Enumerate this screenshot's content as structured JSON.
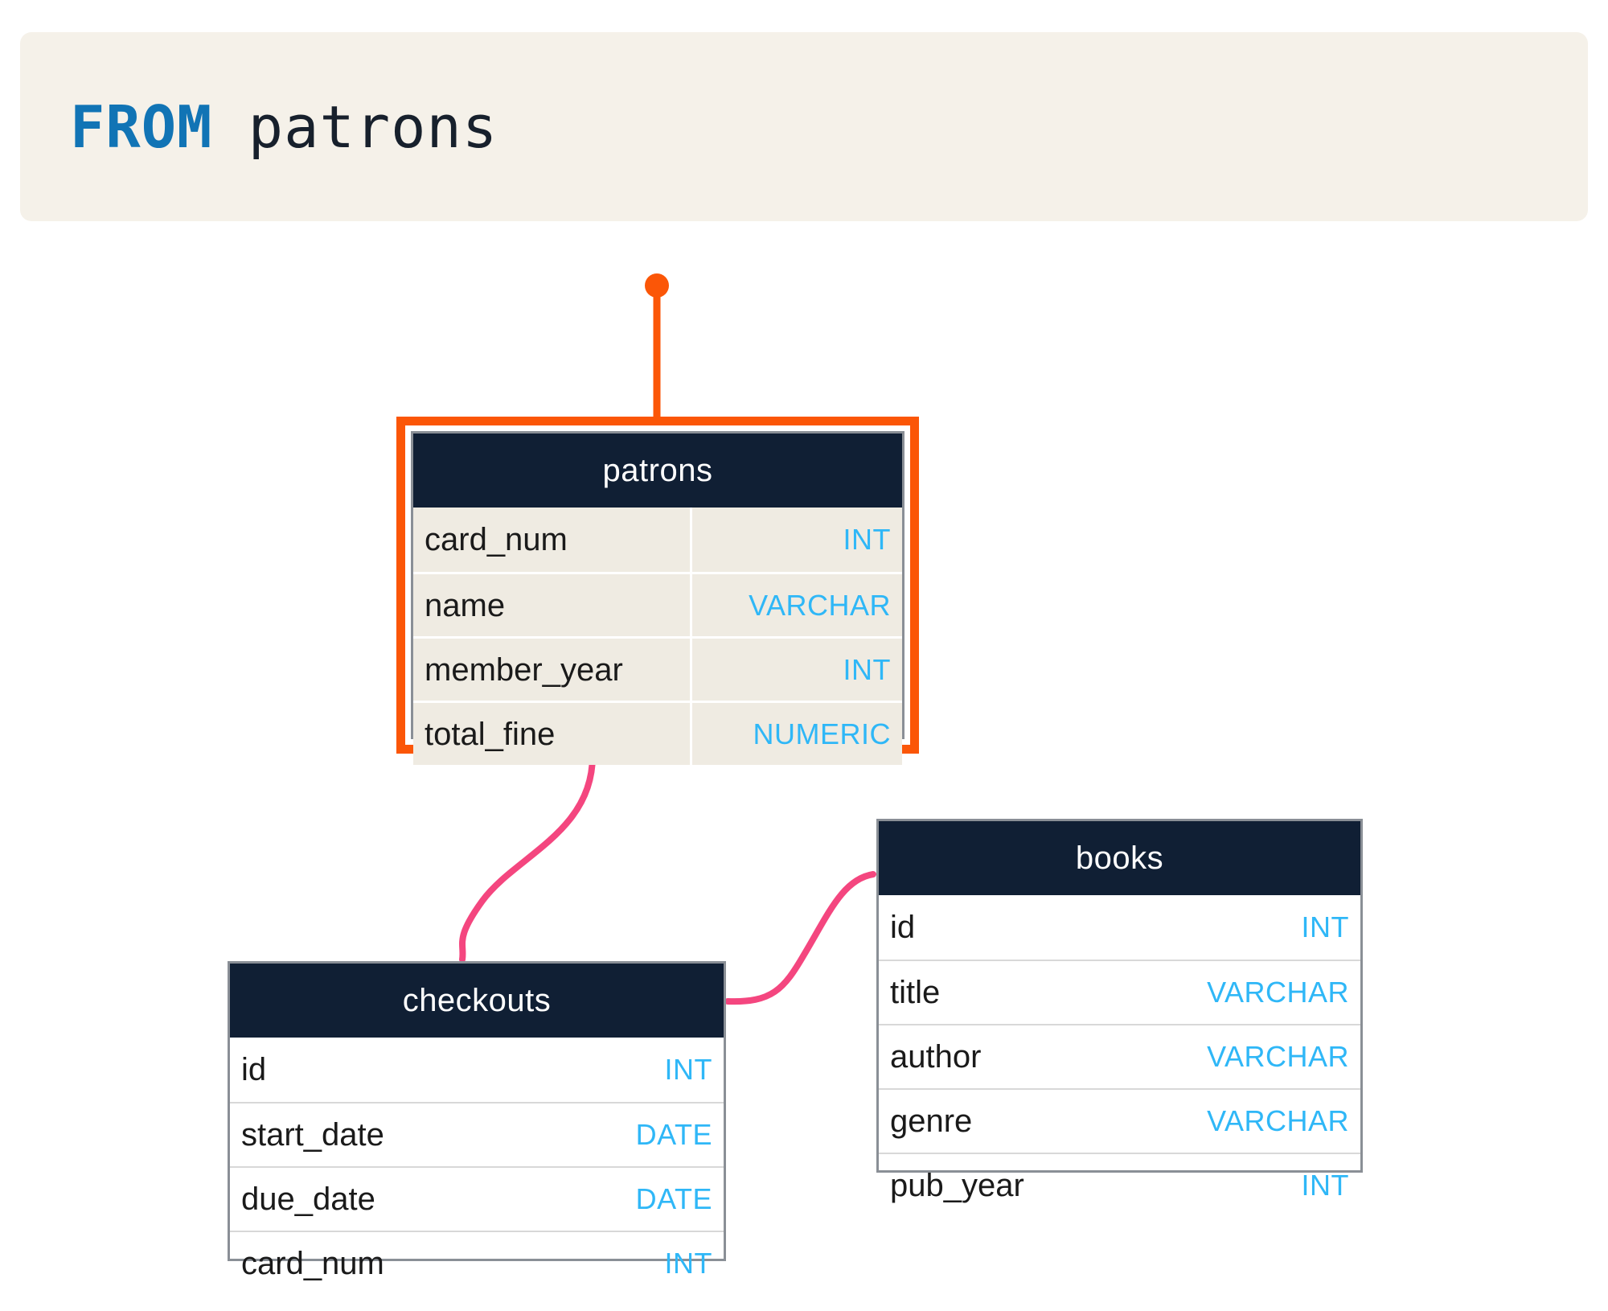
{
  "query": {
    "keyword": "FROM",
    "separator": " ",
    "identifier": "patrons",
    "full_text": "FROM patrons"
  },
  "colors": {
    "banner_background": "#f5f1e9",
    "keyword_blue": "#1174b5",
    "identifier_dark": "#17202c",
    "table_header_navy": "#101f34",
    "type_blue": "#2fb7f7",
    "highlight_orange": "#fb5607",
    "relation_pink": "#f4467f",
    "patrons_body_beige": "#efebe2",
    "table_body_white": "#ffffff",
    "table_border_gray": "#8a8f96"
  },
  "diagram": {
    "entities": [
      {
        "id": "patrons",
        "name": "patrons",
        "highlighted": true,
        "fields": [
          {
            "name": "card_num",
            "type": "INT"
          },
          {
            "name": "name",
            "type": "VARCHAR"
          },
          {
            "name": "member_year",
            "type": "INT"
          },
          {
            "name": "total_fine",
            "type": "NUMERIC"
          }
        ]
      },
      {
        "id": "checkouts",
        "name": "checkouts",
        "highlighted": false,
        "fields": [
          {
            "name": "id",
            "type": "INT"
          },
          {
            "name": "start_date",
            "type": "DATE"
          },
          {
            "name": "due_date",
            "type": "DATE"
          },
          {
            "name": "card_num",
            "type": "INT"
          }
        ]
      },
      {
        "id": "books",
        "name": "books",
        "highlighted": false,
        "fields": [
          {
            "name": "id",
            "type": "INT"
          },
          {
            "name": "title",
            "type": "VARCHAR"
          },
          {
            "name": "author",
            "type": "VARCHAR"
          },
          {
            "name": "genre",
            "type": "VARCHAR"
          },
          {
            "name": "pub_year",
            "type": "INT"
          }
        ]
      }
    ],
    "connectors": [
      {
        "id": "pointer-to-patrons",
        "style": "straight-with-dot",
        "color": "#fb5607",
        "from": "query-banner",
        "to": "patrons"
      },
      {
        "id": "patrons-to-checkouts",
        "style": "s-curve",
        "color": "#f4467f",
        "from": "patrons",
        "to": "checkouts"
      },
      {
        "id": "checkouts-to-books",
        "style": "s-curve",
        "color": "#f4467f",
        "from": "checkouts",
        "to": "books"
      }
    ]
  }
}
